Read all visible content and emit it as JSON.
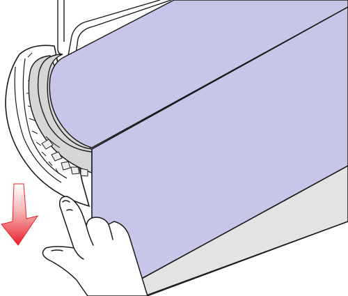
{
  "illustration": {
    "subject": "roller-blind-pull-down",
    "colors": {
      "blind_fabric": "#c8c6e8",
      "bottom_rail": "#e3e3e3",
      "end_cap_outer": "#ffffff",
      "end_cap_inner": "#d6d6d6",
      "arrow_red": "#e8202a",
      "arrow_light": "#ffffff",
      "outline": "#1a1a1a",
      "background": "#ffffff"
    },
    "direction_indicator": "arrow-down",
    "hand": "pulling-down"
  }
}
